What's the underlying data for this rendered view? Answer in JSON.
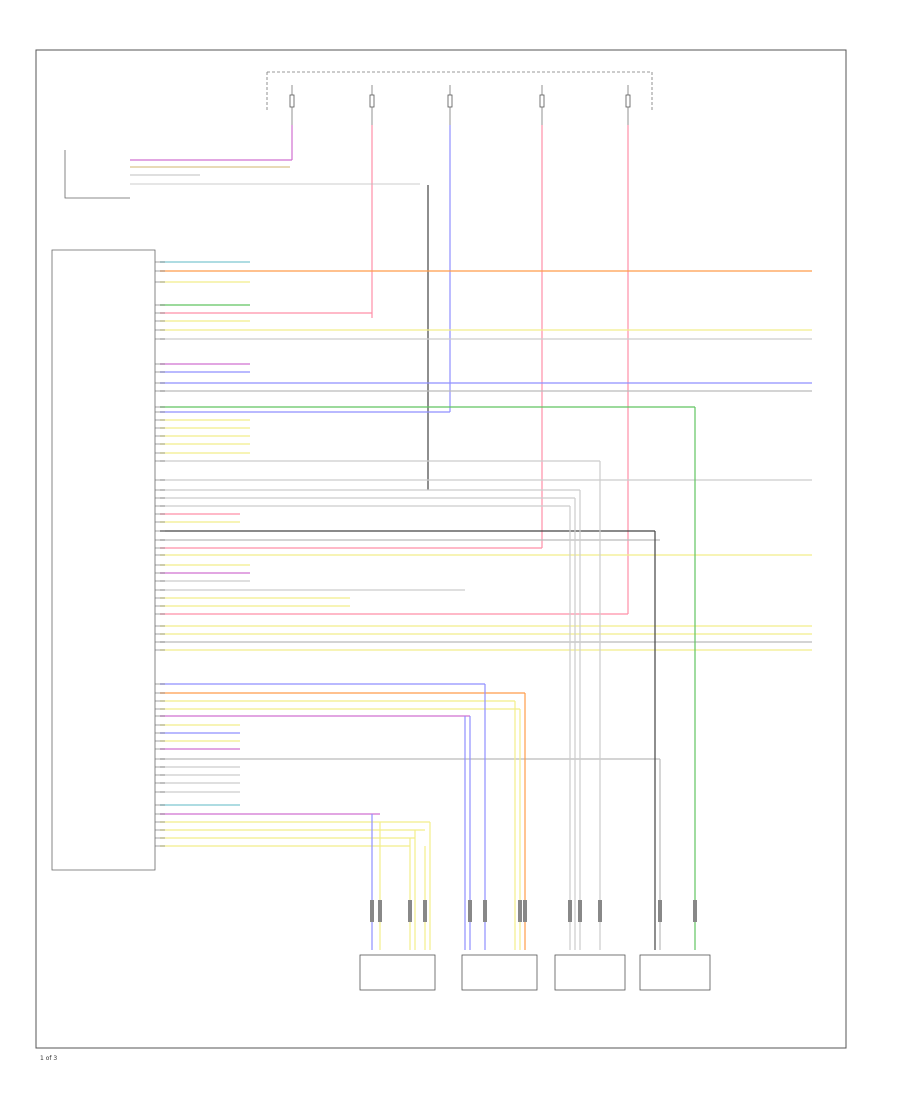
{
  "figure_ref": "1 of 3",
  "module_label": "",
  "components": [
    {
      "key": "sw1",
      "label": ""
    },
    {
      "key": "sw2",
      "label": ""
    },
    {
      "key": "mod1",
      "label": ""
    },
    {
      "key": "mod2",
      "label": ""
    }
  ],
  "fuses": [
    {
      "key": "f1",
      "label": ""
    },
    {
      "key": "f2",
      "label": ""
    },
    {
      "key": "f3",
      "label": ""
    },
    {
      "key": "f4",
      "label": ""
    },
    {
      "key": "f5",
      "label": ""
    }
  ],
  "wire_colors": {
    "pink": "#ff8fa8",
    "orange": "#ff9c4a",
    "yellow": "#f2ee8a",
    "blue": "#8f8fff",
    "green": "#62c462",
    "violet": "#d070d0",
    "gray": "#9a9a9a",
    "dark": "#444444",
    "teal": "#7ec8d0",
    "tan": "#d9c48a"
  }
}
